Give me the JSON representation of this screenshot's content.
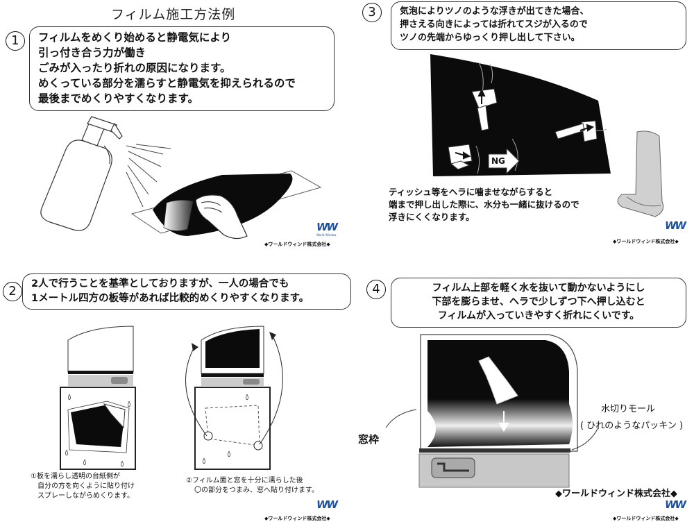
{
  "page": {
    "title": "フィルム施工方法例"
  },
  "steps": [
    {
      "number": "1",
      "lines": [
        "フィルムをめくり始めると静電気により",
        "引っ付き合う力が働き",
        "ごみが入ったり折れの原因になります。",
        "めくっている部分を濡らすと静電気を抑えられるので",
        "最後までめくりやすくなります。"
      ]
    },
    {
      "number": "2",
      "lines": [
        "2人で行うことを基準としておりますが、一人の場合でも",
        "1メートル四方の板等があれば比較的めくりやすくなります。"
      ],
      "captions": [
        [
          "①板を濡らし透明の台紙側が",
          "自分の方を向くように貼り付け",
          "スプレーしながらめくります。"
        ],
        [
          "②フィルム面と窓を十分に濡らした後",
          "〇の部分をつまみ、窓へ貼り付けます。"
        ]
      ]
    },
    {
      "number": "3",
      "lines": [
        "気泡によりツノのような浮きが出てきた場合、",
        "押さえる向きによっては折れてスジが入るので",
        "ツノの先端からゆっくり押し出して下さい。"
      ],
      "ng_label": "NG",
      "note": [
        "ティッシュ等をヘラに噛ませながらすると",
        "端まで押し出した際に、水分も一緒に抜けるので",
        "浮きにくくなります。"
      ]
    },
    {
      "number": "4",
      "lines": [
        "フィルム上部を軽く水を抜いて動かないようにし",
        "下部を膨らませ、ヘラで少しずつ下へ押し込むと",
        "フィルムが入っていきやすく折れにくいです。"
      ],
      "labels": {
        "frame": "窓枠",
        "molding": "水切りモール",
        "molding_sub": "( ひれのようなパッキン )"
      }
    }
  ],
  "brand": {
    "logo": "WW",
    "logo_sub": "World Window",
    "company": "◆ワールドウィンド株式会社◆"
  },
  "colors": {
    "film": "#0b0b0b",
    "logo": "#1d4f9c",
    "door": "#c8c8c8"
  }
}
